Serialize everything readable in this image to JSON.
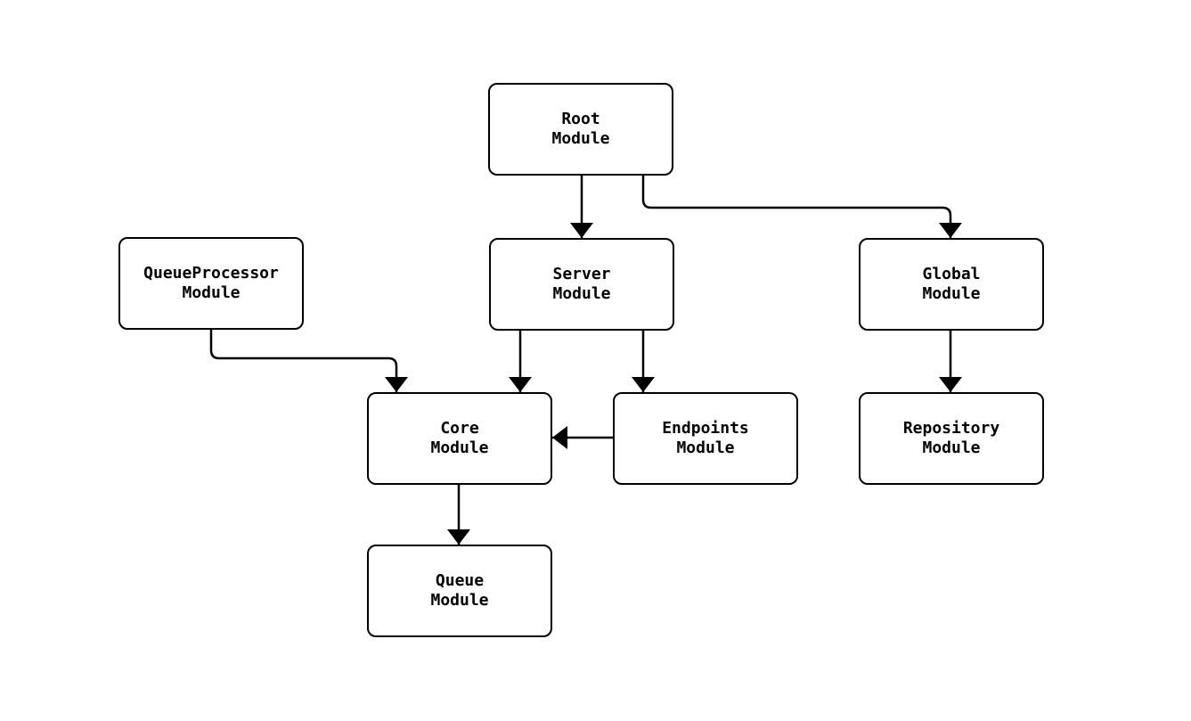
{
  "diagram": {
    "type": "module-dependency-flowchart",
    "colors": {
      "background": "#ffffff",
      "node_fill": "#ffffff",
      "node_stroke": "#000000",
      "edge_stroke": "#000000",
      "text": "#000000"
    },
    "nodes": {
      "root": {
        "label": "Root\nModule"
      },
      "queue_processor": {
        "label": "QueueProcessor\nModule"
      },
      "server": {
        "label": "Server\nModule"
      },
      "global": {
        "label": "Global\nModule"
      },
      "core": {
        "label": "Core\nModule"
      },
      "endpoints": {
        "label": "Endpoints\nModule"
      },
      "repository": {
        "label": "Repository\nModule"
      },
      "queue": {
        "label": "Queue\nModule"
      }
    },
    "edges": [
      {
        "from": "root",
        "to": "server"
      },
      {
        "from": "root",
        "to": "global"
      },
      {
        "from": "queue_processor",
        "to": "core"
      },
      {
        "from": "server",
        "to": "core"
      },
      {
        "from": "server",
        "to": "endpoints"
      },
      {
        "from": "endpoints",
        "to": "core"
      },
      {
        "from": "global",
        "to": "repository"
      },
      {
        "from": "core",
        "to": "queue"
      }
    ]
  }
}
